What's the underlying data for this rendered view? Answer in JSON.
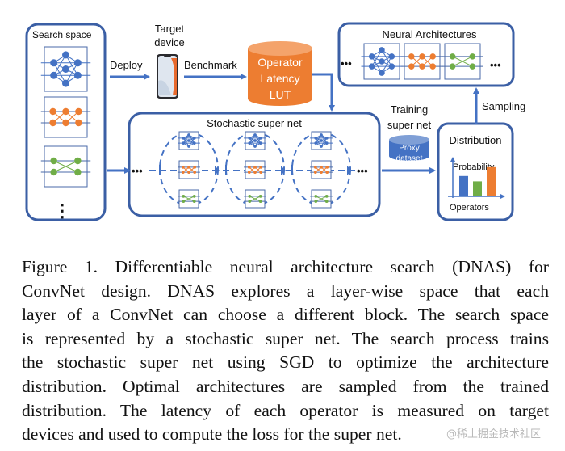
{
  "diagram": {
    "search_space": {
      "title": "Search space",
      "more": "⋮"
    },
    "target_device": {
      "title_line1": "Target",
      "title_line2": "device"
    },
    "deploy_label": "Deploy",
    "benchmark_label": "Benchmark",
    "lut": {
      "line1": "Operator",
      "line2": "Latency",
      "line3": "LUT"
    },
    "neural_architectures": {
      "title": "Neural Architectures",
      "ellipsis_left": "•••",
      "ellipsis_right": "•••"
    },
    "supernet": {
      "title": "Stochastic super net",
      "ellipsis_left": "•••",
      "ellipsis_right": "•••"
    },
    "training": {
      "line1": "Training",
      "line2": "super net"
    },
    "proxy": {
      "line1": "Proxy",
      "line2": "dataset"
    },
    "distribution": {
      "title": "Distribution",
      "y_label": "Probability",
      "x_label": "Operators",
      "bar_values": [
        0.55,
        0.4,
        0.8
      ]
    },
    "sampling_label": "Sampling",
    "colors": {
      "blue": "#4472c4",
      "orange": "#ed7d31",
      "green": "#70ad47",
      "frame": "#3b5fa5"
    }
  },
  "caption": {
    "lines": [
      "Figure 1. Differentiable neural architecture search (DNAS) for",
      "ConvNet design.  DNAS explores a layer-wise space that each",
      "layer of a ConvNet can choose a different block. The search space",
      "is represented by a stochastic super net. The search process trains",
      "the stochastic super net using SGD to optimize the architecture",
      "distribution.  Optimal architectures are sampled from the trained",
      "distribution.  The latency of each operator is measured on target",
      "devices and used to compute the loss for the super net."
    ]
  },
  "watermark": "@稀土掘金技术社区"
}
